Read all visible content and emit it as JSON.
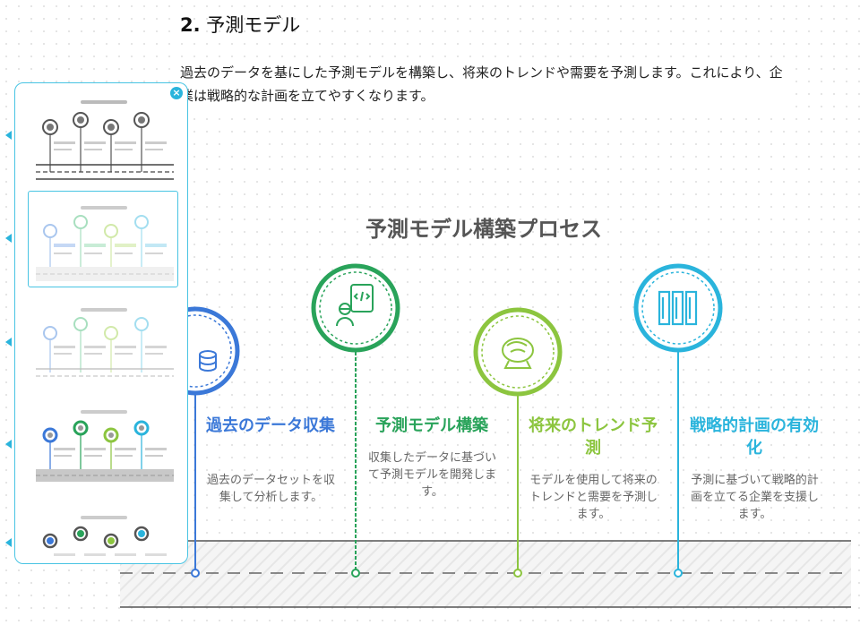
{
  "document": {
    "heading_number": "2.",
    "heading_text": "予測モデル",
    "paragraph": "過去のデータを基にした予測モデルを構築し、将来のトレンドや需要を予測します。これにより、企業は戦略的な計画を立てやすくなります。"
  },
  "infographic": {
    "title": "予測モデル構築プロセス",
    "steps": [
      {
        "title": "過去のデータ収集",
        "desc": "過去のデータセットを収集して分析します。",
        "color": "#3b78d8",
        "icon": "database-icon"
      },
      {
        "title": "予測モデル構築",
        "desc": "収集したデータに基づいて予測モデルを開発します。",
        "color": "#29a35a",
        "icon": "developer-code-icon"
      },
      {
        "title": "将来のトレンド予測",
        "desc": "モデルを使用して将来のトレンドと需要を予測します。",
        "color": "#8cc53f",
        "icon": "crystal-ball-icon"
      },
      {
        "title": "戦略的計画の有効化",
        "desc": "予測に基づいて戦略的計画を立てる企業を支援します。",
        "color": "#2ab4dc",
        "icon": "columns-icon"
      }
    ]
  },
  "panel": {
    "close_icon": "close-icon",
    "accent": "#48c4e3",
    "thumbnails": [
      {
        "style": "grayscale",
        "selected": false
      },
      {
        "style": "pastel",
        "selected": true
      },
      {
        "style": "pastel-light",
        "selected": false
      },
      {
        "style": "colored-dark-band",
        "selected": false
      },
      {
        "style": "colored",
        "selected": false
      }
    ]
  }
}
